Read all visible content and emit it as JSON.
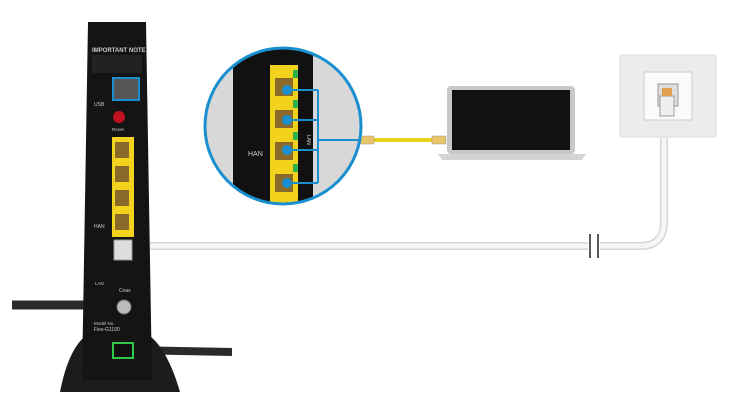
{
  "router": {
    "note_title": "IMPORTANT NOTE",
    "usb_label": "USB",
    "reset_label": "Reset",
    "han_label": "HAN",
    "lan_label": "LAN",
    "coax_label": "Coax",
    "model_label": "Model No.",
    "model_number": "Fios-G1100"
  },
  "zoom_inset": {
    "han_label": "HAN",
    "lan_label": "LAN",
    "port_count": 4
  },
  "colors": {
    "highlight": "#1a8fd0",
    "lan_ports": "#f2d21c",
    "power_highlight": "#2ec84a",
    "reset": "#c0121f",
    "router_body": "#141414"
  }
}
